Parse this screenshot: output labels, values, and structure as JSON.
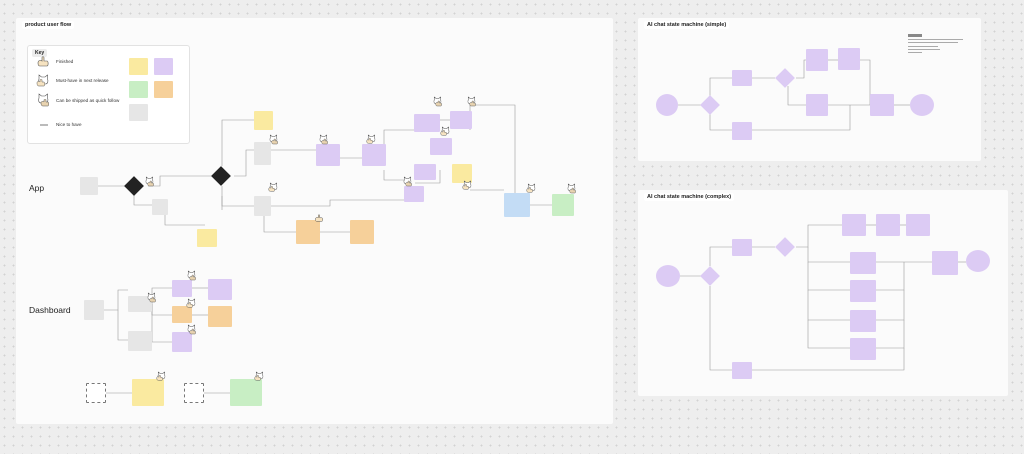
{
  "frames": {
    "product": {
      "title": "product user flow"
    },
    "simple": {
      "title": "AI chat state machine (simple)"
    },
    "complex": {
      "title": "AI chat state machine (complex)"
    }
  },
  "rows": {
    "app": "App",
    "dashboard": "Dashboard"
  },
  "key": {
    "title": "Key",
    "items": [
      {
        "label": "Finished",
        "icon": "pointing-hand-icon"
      },
      {
        "label": "Must-have in next release",
        "icon": "cat-hand-icon"
      },
      {
        "label": "Can be shipped as quick follow",
        "icon": "cat-pointing-icon"
      },
      {
        "label": "Nice to have",
        "icon": "dash-icon"
      }
    ]
  },
  "colors": {
    "gray": "#e6e6e6",
    "purple": "#dccbf4",
    "yellow": "#faeaa0",
    "orange": "#f6d09a",
    "green": "#c8eec4",
    "blue": "#c3dcf5",
    "dark": "#222222"
  }
}
